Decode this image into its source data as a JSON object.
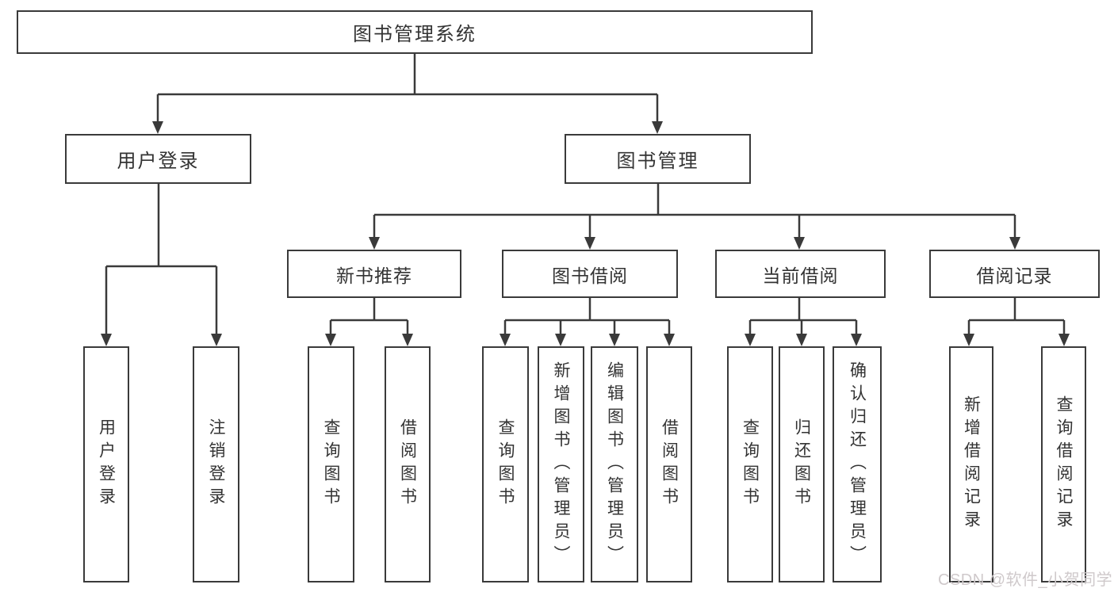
{
  "diagram": {
    "root": {
      "label": "图书管理系统"
    },
    "level2": {
      "user_login": {
        "label": "用户登录"
      },
      "book_mgmt": {
        "label": "图书管理"
      }
    },
    "level3": {
      "new_book": {
        "label": "新书推荐"
      },
      "borrow": {
        "label": "图书借阅"
      },
      "current": {
        "label": "当前借阅"
      },
      "records": {
        "label": "借阅记录"
      }
    },
    "leaves": {
      "ul_login": {
        "label": "用户登录"
      },
      "ul_logout": {
        "label": "注销登录"
      },
      "nb_query": {
        "label": "查询图书"
      },
      "nb_borrow": {
        "label": "借阅图书"
      },
      "bb_query": {
        "label": "查询图书"
      },
      "bb_add": {
        "label": "新增图书（管理员）"
      },
      "bb_edit": {
        "label": "编辑图书（管理员）"
      },
      "bb_borrow": {
        "label": "借阅图书"
      },
      "cb_query": {
        "label": "查询图书"
      },
      "cb_return": {
        "label": "归还图书"
      },
      "cb_confirm": {
        "label": "确认归还（管理员）"
      },
      "br_add": {
        "label": "新增借阅记录"
      },
      "br_query": {
        "label": "查询借阅记录"
      }
    }
  },
  "watermark": "CSDN @软件_小贺同学",
  "colors": {
    "line": "#3a3a3a",
    "text": "#333333",
    "watermark_text": "#cfc9cb",
    "background": "#ffffff"
  }
}
